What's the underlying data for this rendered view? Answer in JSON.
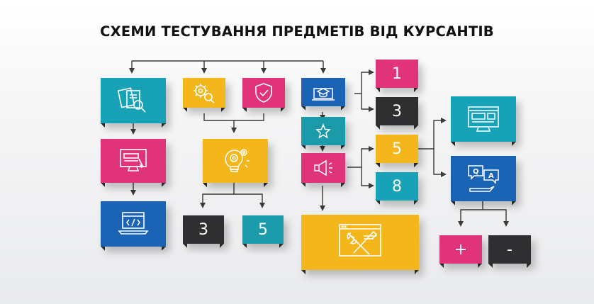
{
  "title": "СХЕМИ ТЕСТУВАННЯ ПРЕДМЕТІВ ВІД КУРСАНТІВ",
  "colors": {
    "teal": "#17a2b8",
    "pink": "#e0337a",
    "yellow": "#f3b61b",
    "blue": "#1a63b5",
    "dark": "#2f2f31",
    "line": "#3a3a3a"
  },
  "boxes": {
    "n1": "1",
    "n3_top": "3",
    "n5_mid": "5",
    "n8": "8",
    "n3_bottom": "3",
    "n5_bottom": "5",
    "plus": "+",
    "minus": "-"
  },
  "icons": {
    "documents": "documents-search-icon",
    "gear_search": "gear-search-icon",
    "shield": "shield-check-icon",
    "graduation": "graduation-laptop-icon",
    "star": "star-icon",
    "megaphone": "megaphone-icon",
    "web_form": "web-form-icon",
    "laptop_code": "laptop-code-icon",
    "idea": "lightbulb-gears-icon",
    "tools": "tools-browser-icon",
    "web_page": "web-page-icon",
    "qa": "question-answer-icon"
  }
}
